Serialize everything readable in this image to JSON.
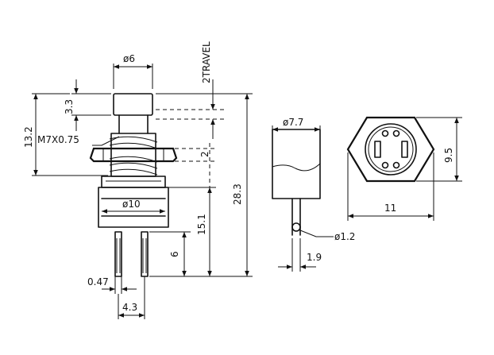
{
  "labels": {
    "dia6": "ø6",
    "travel": "2TRAVEL",
    "dim3_3": "3.3",
    "dim13_2": "13.2",
    "thread": "M7X0.75",
    "dim2": "2",
    "dim28_3": "28.3",
    "dia10": "ø10",
    "dim15_1": "15.1",
    "dim6": "6",
    "dim0_47": "0.47",
    "dim4_3": "4.3",
    "dia7_7": "ø7.7",
    "dia1_2": "ø1.2",
    "dim1_9": "1.9",
    "dim9_5": "9.5",
    "dim11": "11"
  }
}
